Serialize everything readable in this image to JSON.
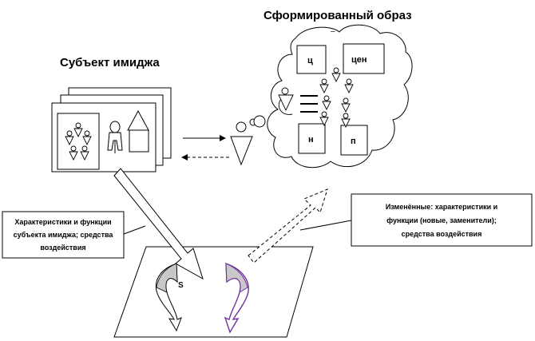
{
  "titles": {
    "subject": "Субъект имиджа",
    "formed_image": "Сформированный образ"
  },
  "cloud_boxes": {
    "top_left": "ц",
    "top_right": "цен",
    "bottom_left": "н",
    "bottom_right": "п"
  },
  "cloud_dash": "–",
  "notes": {
    "left_line1": "Характеристики и функции",
    "left_line2": "субъекта имиджа; средства",
    "left_line3": "воздействия",
    "right_line1": "Изменённые: характеристики и",
    "right_line2": "функции (новые, заменители);",
    "right_line3": "средства воздействия"
  },
  "plane_label": "S",
  "colors": {
    "stroke": "#000000",
    "gray_fill": "#c8c8c8",
    "purple": "#7030a0"
  }
}
